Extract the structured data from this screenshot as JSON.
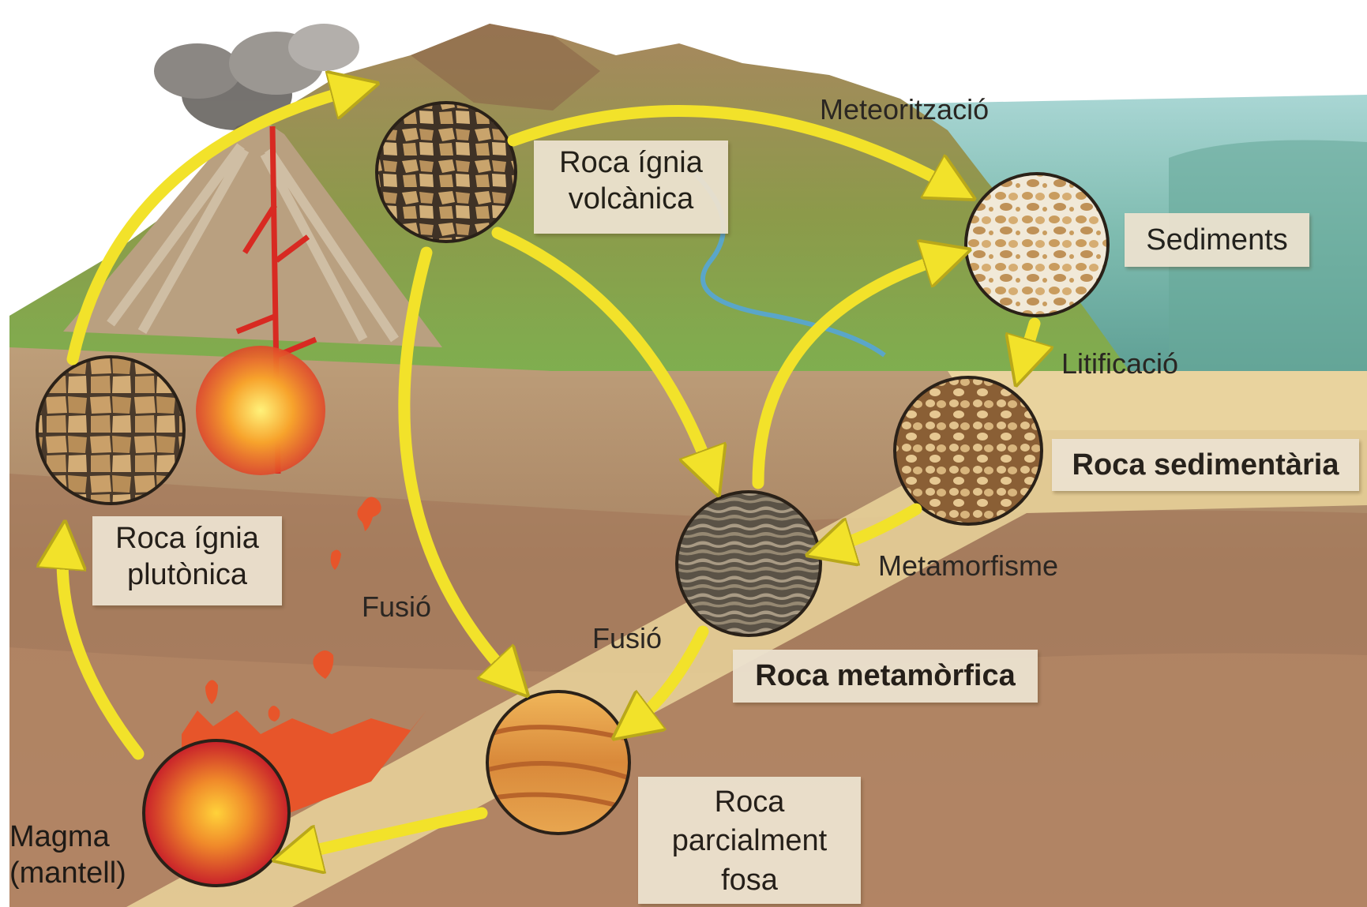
{
  "labels": {
    "volcanic": "Roca ígnia volcànica",
    "volcanic_l1": "Roca ígnia",
    "volcanic_l2": "volcànica",
    "sediments": "Sediments",
    "sedimentary": "Roca sedimentària",
    "plutonic_l1": "Roca ígnia",
    "plutonic_l2": "plutònica",
    "metamorphic": "Roca metamòrfica",
    "partial_l1": "Roca",
    "partial_l2": "parcialment",
    "partial_l3": "fosa",
    "magma_l1": "Magma",
    "magma_l2": "(mantell)"
  },
  "processes": {
    "weathering": "Meteorització",
    "lithification": "Litificació",
    "metamorphism": "Metamorfisme",
    "melting_left": "Fusió",
    "melting_right": "Fusió"
  },
  "colors": {
    "arrow": "#f2e22a",
    "sky": "#ffffff",
    "sea": "#7fbfb0",
    "crust": "#b08a64",
    "magma": "#d8382a"
  }
}
